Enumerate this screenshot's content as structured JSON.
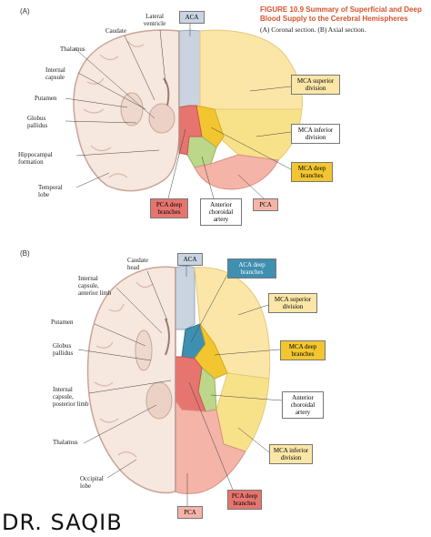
{
  "figure": {
    "title": "FIGURE 10.9  Summary of Superficial and Deep Blood Supply to the Cerebral Hemispheres",
    "subtitle": "(A) Coronal section. (B) Axial section."
  },
  "panel_a": {
    "letter": "(A)",
    "labels": {
      "lateral_ventricle": "Lateral ventricle",
      "caudate": "Caudate",
      "thalamus": "Thalamus",
      "internal_capsule": "Internal capsule",
      "putamen": "Putamen",
      "globus_pallidus": "Globus pallidus",
      "hippocampal_formation": "Hippocampal formation",
      "temporal_lobe": "Temporal lobe"
    },
    "boxes": {
      "aca": "ACA",
      "mca_superior": "MCA superior division",
      "mca_inferior": "MCA inferior division",
      "mca_deep": "MCA deep branches",
      "pca": "PCA",
      "anterior_choroidal": "Anterior choroidal artery",
      "pca_deep": "PCA deep branches"
    }
  },
  "panel_b": {
    "letter": "(B)",
    "labels": {
      "caudate_head": "Caudate head",
      "internal_capsule_anterior": "Internal capsule, anterior limb",
      "putamen": "Putamen",
      "globus_pallidus": "Globus pallidus",
      "internal_capsule_posterior": "Internal capsule, posterior limb",
      "thalamus": "Thalamus",
      "occipital_lobe": "Occipital lobe"
    },
    "boxes": {
      "aca": "ACA",
      "aca_deep": "ACA deep branches",
      "mca_superior": "MCA superior division",
      "mca_deep": "MCA deep branches",
      "anterior_choroidal": "Anterior choroidal artery",
      "mca_inferior": "MCA inferior division",
      "pca_deep": "PCA deep branches",
      "pca": "PCA"
    }
  },
  "watermark": "DR. SAQIB",
  "colors": {
    "aca": "#c9d4e0",
    "aca_deep": "#3f8fb0",
    "mca_superior": "#fbe6a8",
    "mca_deep": "#f2c630",
    "mca_inferior": "#f7e28a",
    "anterior_choroidal": "#bcd68a",
    "pca": "#f4b4a8",
    "pca_deep": "#e6756f",
    "brain_tissue": "#f6e7df",
    "title": "#d4542b"
  }
}
